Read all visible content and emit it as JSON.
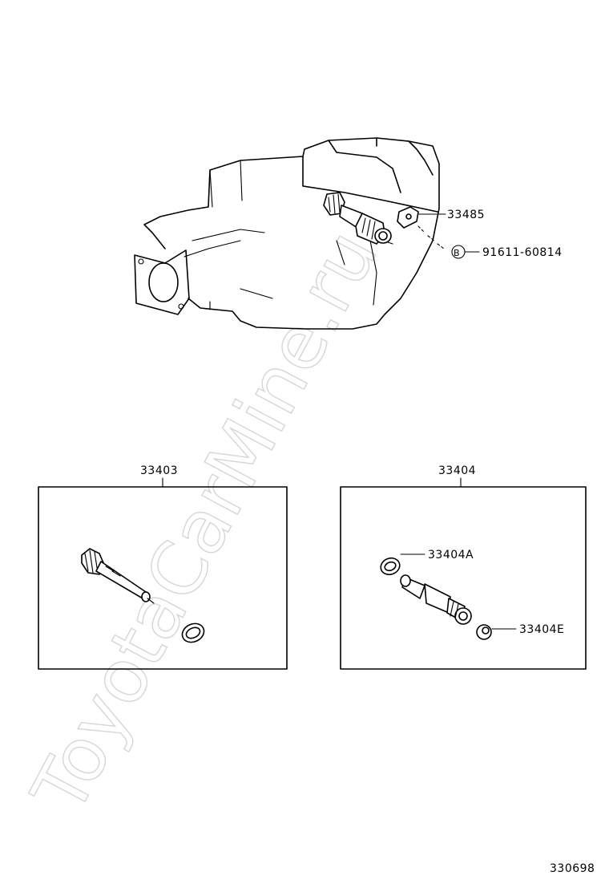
{
  "watermark": "ToyotaCarMine.ru",
  "callouts": {
    "c33485": "33485",
    "c91611": "91611-60814",
    "c91611_marker": "B",
    "c33403": "33403",
    "c33404": "33404",
    "c33404A": "33404A",
    "c33404E": "33404E"
  },
  "diagram_number": "330698"
}
